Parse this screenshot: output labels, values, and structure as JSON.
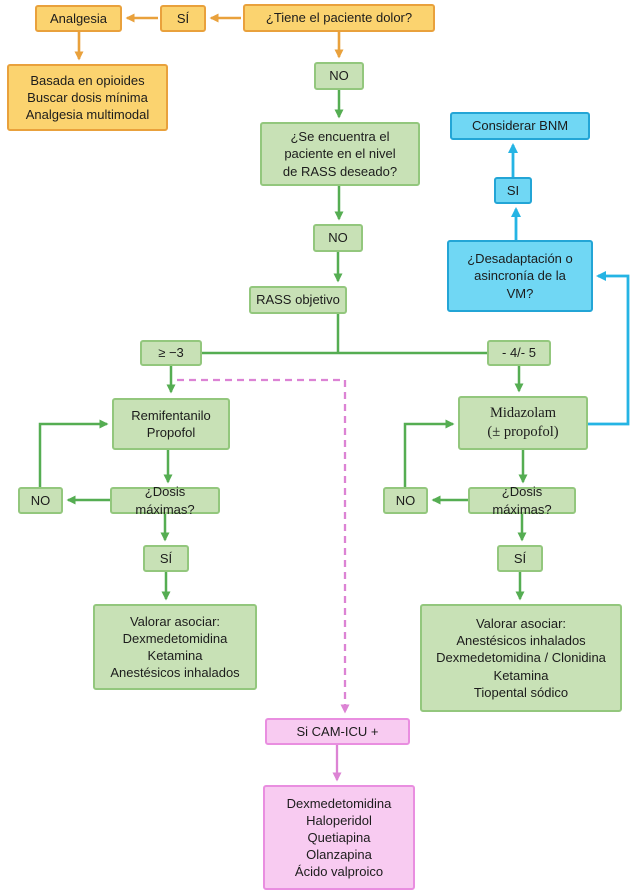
{
  "colors": {
    "yellow_fill": "#fbd36f",
    "yellow_border": "#e9a13c",
    "orange_arrow": "#e9a13c",
    "green_fill": "#c8e1b6",
    "green_border": "#93c77d",
    "green_arrow": "#55ad52",
    "blue_fill": "#70d7f4",
    "blue_border": "#23a5d6",
    "blue_arrow": "#25b4e4",
    "pink_fill": "#f8cbf1",
    "pink_border": "#e98ee0",
    "pink_arrow": "#dc83d4"
  },
  "nodes": {
    "analgesia": "Analgesia",
    "si_pain": "SÍ",
    "pain_question": "¿Tiene el paciente dolor?",
    "analgesia_detail": "Basada en opioides\nBuscar dosis mínima\nAnalgesia multimodal",
    "no_pain": "NO",
    "rass_question": "¿Se encuentra el\npaciente en el nivel\nde RASS deseado?",
    "no_rass": "NO",
    "rass_target": "RASS objetivo",
    "rass_gte_minus3": "≥ −3",
    "rass_minus4_5": "- 4/- 5",
    "remifentanil_propofol": "Remifentanilo\nPropofol",
    "max_dose_left": "¿Dosis máximas?",
    "no_left": "NO",
    "si_left": "SÍ",
    "adjuncts_left": "Valorar asociar:\nDexmedetomidina\nKetamina\nAnestésicos inhalados",
    "midazolam": "Midazolam\n(± propofol)",
    "max_dose_right": "¿Dosis máximas?",
    "no_right": "NO",
    "si_right": "SÍ",
    "adjuncts_right": "Valorar asociar:\nAnestésicos inhalados\nDexmedetomidina / Clonidina\nKetamina\nTiopental sódico",
    "consider_bnm": "Considerar BNM",
    "si_bnm": "SI",
    "vm_question": "¿Desadaptación o\nasincronía de la\nVM?",
    "cam_icu": "Si CAM-ICU +",
    "delirium_drugs": "Dexmedetomidina\nHaloperidol\nQuetiapina\nOlanzapina\nÁcido valproico"
  }
}
